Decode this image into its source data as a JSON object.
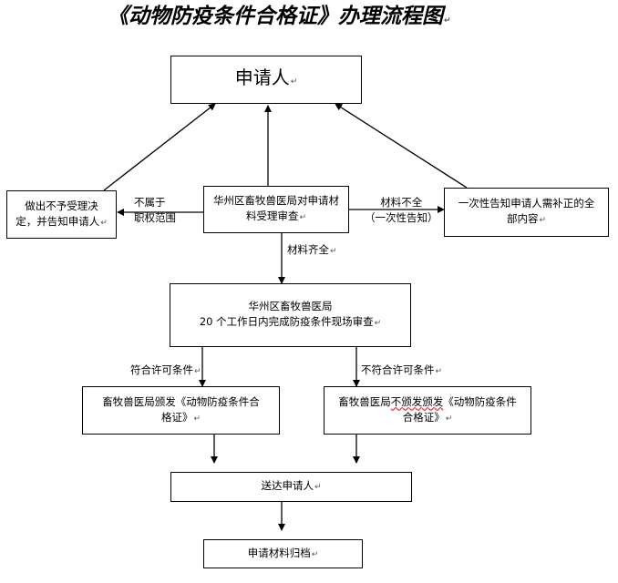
{
  "title": "《动物防疫条件合格证》办理流程图",
  "nodes": {
    "applicant": {
      "text": "申请人"
    },
    "review_line1": {
      "text": "华州区畜牧兽医局对申请材"
    },
    "review_line2": {
      "text": "料受理审查"
    },
    "reject_line1": {
      "text": "做出不予受理决"
    },
    "reject_line2": {
      "text": "定，并告知申请人"
    },
    "notify_line1": {
      "text": "一次性告知申请人需补正的全"
    },
    "notify_line2": {
      "text": "部内容"
    },
    "inspect_line1": {
      "text": "华州区畜牧兽医局"
    },
    "inspect_line2": {
      "text": "20 个工作日内完成防疫条件现场审查"
    },
    "issue_line1": {
      "text": "畜牧兽医局颁发《动物防疫条件合"
    },
    "issue_line2": {
      "text": "格证》"
    },
    "noissue_prefix": {
      "text": "畜牧兽医局"
    },
    "noissue_wavy": {
      "text": "不颁发颁发"
    },
    "noissue_suffix": {
      "text": "《动物防疫条件"
    },
    "noissue_line2": {
      "text": "合格证》"
    },
    "deliver": {
      "text": "送达申请人"
    },
    "archive": {
      "text": "申请材料归档"
    }
  },
  "edge_labels": {
    "not_within_1": "不属于",
    "not_within_2": "职权范围",
    "incomplete_1": "材料不全",
    "incomplete_2": "（一次性告知）",
    "complete": "材料齐全",
    "qualified": "符合许可条件",
    "unqualified": "不符合许可条件"
  },
  "paragraph_mark": "↵"
}
